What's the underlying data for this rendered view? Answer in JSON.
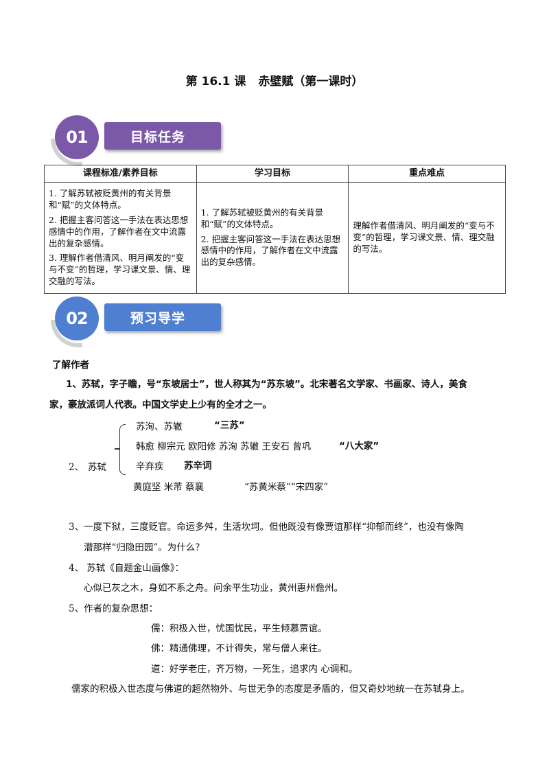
{
  "title": {
    "part1": "第 16.1 课",
    "part2": "赤壁赋（第一课时）"
  },
  "section1": {
    "number": "01",
    "label": "目标任务",
    "color": "#7b58a8"
  },
  "section2": {
    "number": "02",
    "label": "预习导学",
    "color": "#4f7fd0"
  },
  "table": {
    "headers": [
      "课程标准/素养目标",
      "学习目标",
      "重点难点"
    ],
    "col1": [
      "1. 了解苏轼被贬黄州的有关背景和“赋”的文体特点。",
      "2. 把握主客问答这一手法在表达思想感情中的作用，了解作者在文中流露出的复杂感情。",
      "3. 理解作者借清风、明月阐发的“变与不变”的哲理，学习课文景、情、理交融的写法。"
    ],
    "col2": [
      "1. 了解苏轼被贬黄州的有关背景和“赋”的文体特点。",
      "2. 把握主客问答这一手法在表达思想感情中的作用，了解作者在文中流露出的复杂感情。"
    ],
    "col3": [
      "理解作者借清风、明月阐发的“变与不变”的哲理，学习课文景、情、理交融的写法。"
    ]
  },
  "content": {
    "heading": "了解作者",
    "p1_line1": "1、苏轼，字子瞻，号“东坡居士”，世人称其为“苏东坡”。北宋著名文学家、书画家、诗人，美食",
    "p1_line2": "家，豪放派词人代表。中国文学史上少有的全才之一。",
    "rel_row1_names": "苏洵、苏辙",
    "rel_row1_tag": "“三苏”",
    "rel_row2_names": "韩愈  柳宗元  欧阳修  苏洵  苏辙  王安石  曾巩",
    "rel_row2_tag": "“八大家”",
    "rel_num": "2、",
    "rel_subject": "苏轼",
    "rel_row3_names": "辛弃疾",
    "rel_row3_tag": "苏辛词",
    "rel_row4_names": "黄庭坚   米芾    蔡襄",
    "rel_row4_tag": "“苏黄米蔡”“宋四家”",
    "p3_line1": "3、一度下狱，三度贬官。命运多舛，生活坎坷。但他既没有像贾谊那样“抑郁而终”，也没有像陶",
    "p3_line2": "潜那样“归隐田园”。为什么？",
    "p4_line1": "4、 苏轼《自题金山画像》：",
    "p4_line2": "心似已灰之木，身如不系之舟。问余平生功业，黄州惠州儋州。",
    "p5_line1": "5、作者的复杂思想：",
    "p5_ru": "儒：积极入世，忧国忧民，平生倾慕贾谊。",
    "p5_fo": "佛：精通佛理，不计得失，常与僧人来往。",
    "p5_dao": "道：好学老庄，齐万物，一死生，追求内   心调和。",
    "p6": "儒家的积极入世态度与佛道的超然物外、与世无争的态度是矛盾的，但又奇妙地统一在苏轼身上。"
  }
}
